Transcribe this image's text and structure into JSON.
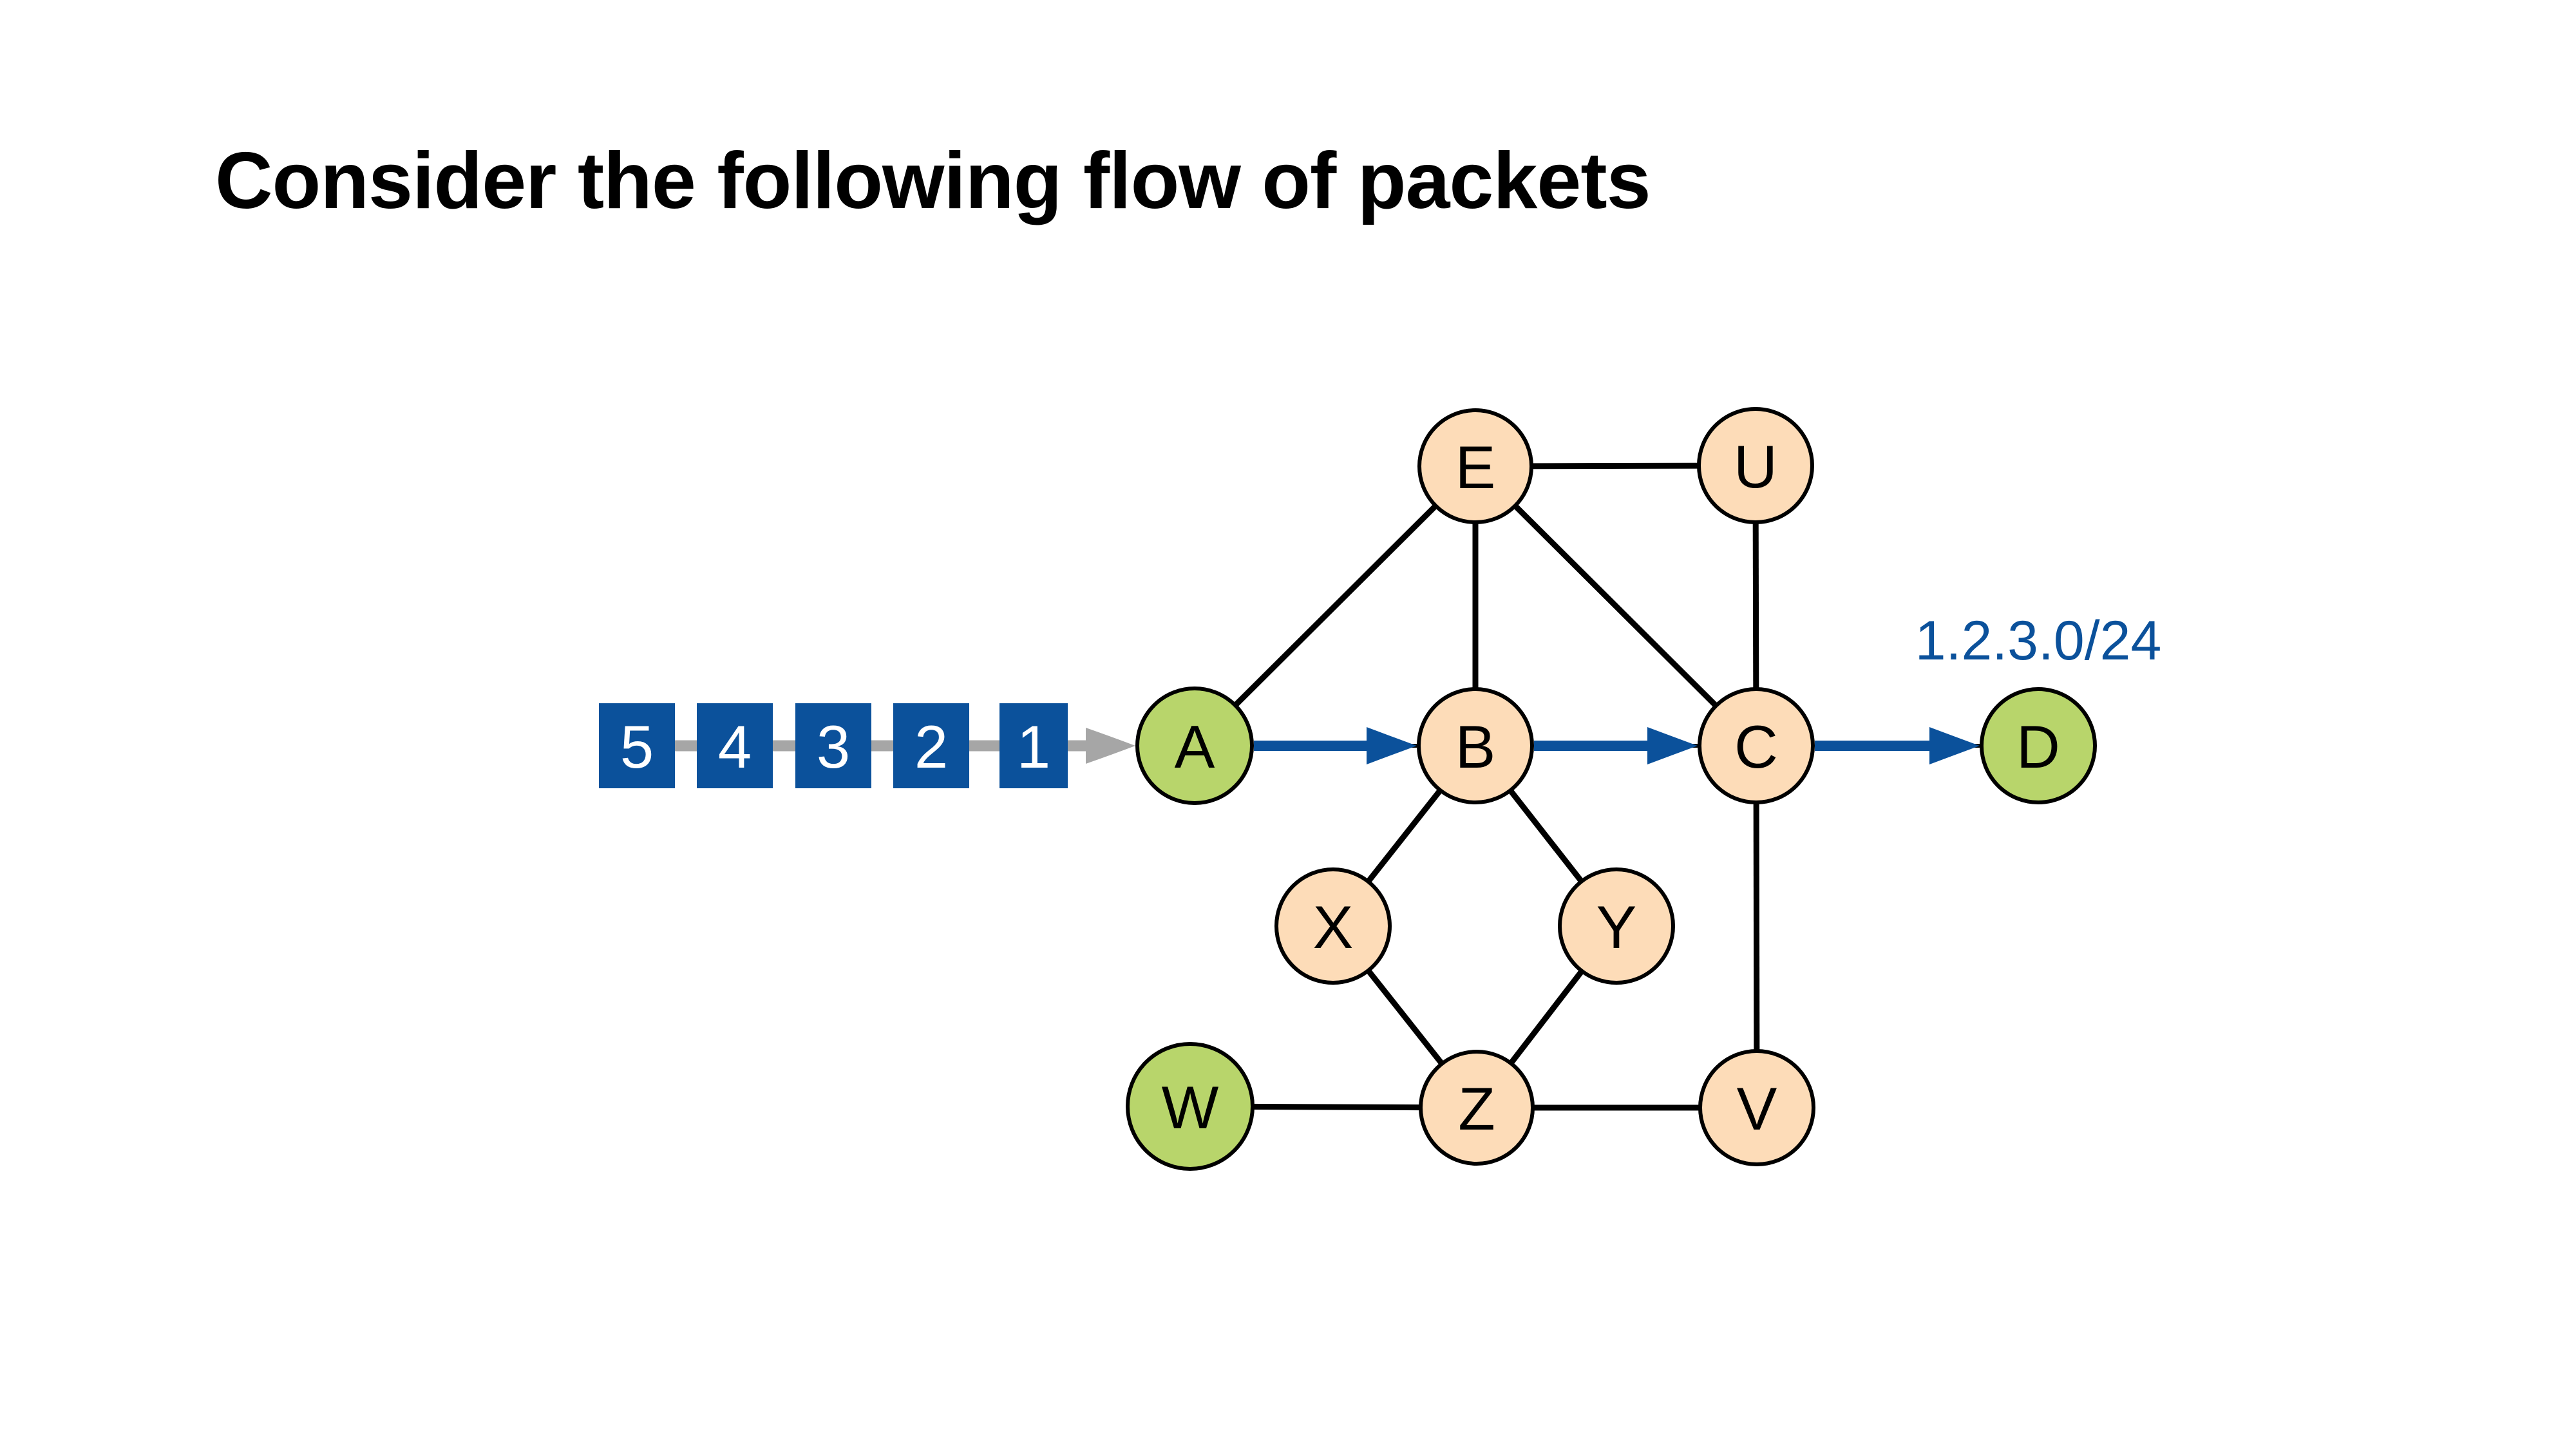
{
  "title": "Consider the following flow of packets",
  "colors": {
    "router_fill": "#FDDCB8",
    "host_fill": "#B8D56B",
    "outline": "#000000",
    "flow_blue": "#0B519B",
    "ingress_gray": "#A6A6A6",
    "packet_fill": "#0B519B",
    "packet_text": "#FFFFFF",
    "prefix_text": "#0B519B"
  },
  "packets": [
    "5",
    "4",
    "3",
    "2",
    "1"
  ],
  "destination_prefix": {
    "label": "1.2.3.0/24",
    "attached_to": "D"
  },
  "nodes": [
    {
      "id": "A",
      "label": "A",
      "role": "host"
    },
    {
      "id": "B",
      "label": "B",
      "role": "router"
    },
    {
      "id": "C",
      "label": "C",
      "role": "router"
    },
    {
      "id": "D",
      "label": "D",
      "role": "host"
    },
    {
      "id": "E",
      "label": "E",
      "role": "router"
    },
    {
      "id": "U",
      "label": "U",
      "role": "router"
    },
    {
      "id": "X",
      "label": "X",
      "role": "router"
    },
    {
      "id": "Y",
      "label": "Y",
      "role": "router"
    },
    {
      "id": "W",
      "label": "W",
      "role": "host"
    },
    {
      "id": "Z",
      "label": "Z",
      "role": "router"
    },
    {
      "id": "V",
      "label": "V",
      "role": "router"
    }
  ],
  "links": [
    {
      "from": "A",
      "to": "E",
      "type": "link"
    },
    {
      "from": "E",
      "to": "U",
      "type": "link"
    },
    {
      "from": "E",
      "to": "B",
      "type": "link"
    },
    {
      "from": "E",
      "to": "C",
      "type": "link"
    },
    {
      "from": "U",
      "to": "C",
      "type": "link"
    },
    {
      "from": "B",
      "to": "X",
      "type": "link"
    },
    {
      "from": "B",
      "to": "Y",
      "type": "link"
    },
    {
      "from": "X",
      "to": "Z",
      "type": "link"
    },
    {
      "from": "Y",
      "to": "Z",
      "type": "link"
    },
    {
      "from": "W",
      "to": "Z",
      "type": "link"
    },
    {
      "from": "Z",
      "to": "V",
      "type": "link"
    },
    {
      "from": "C",
      "to": "V",
      "type": "link"
    },
    {
      "from": "A",
      "to": "B",
      "type": "flow"
    },
    {
      "from": "B",
      "to": "C",
      "type": "flow"
    },
    {
      "from": "C",
      "to": "D",
      "type": "flow"
    }
  ],
  "ingress": {
    "to": "A"
  }
}
